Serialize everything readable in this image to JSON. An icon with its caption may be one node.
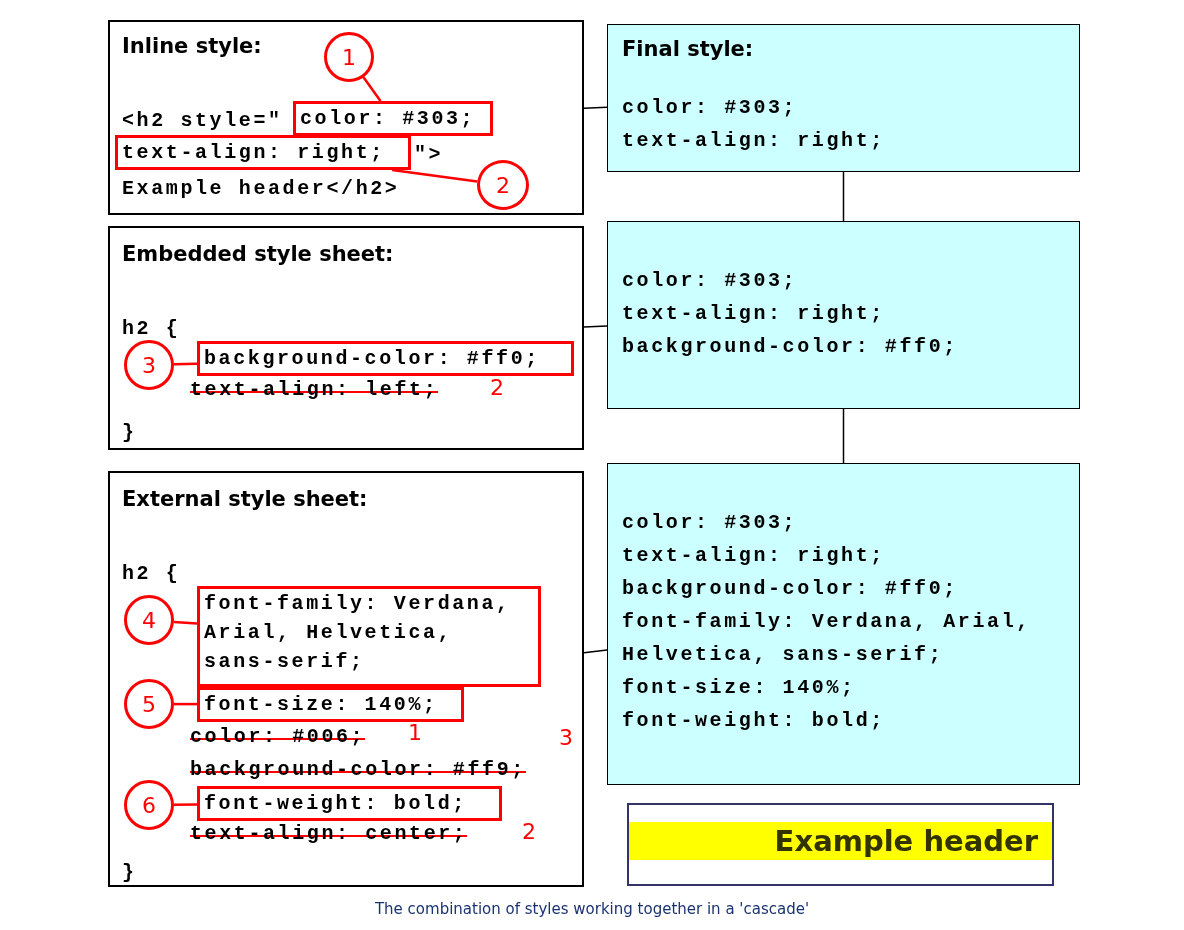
{
  "diagram": {
    "caption": "The combination of styles working together in a 'cascade'",
    "nodes": [
      {
        "text": [
          "Inline style:",
          "<h2 style=\"",
          "\">",
          "Example header</h2>"
        ]
      },
      {
        "text": [
          "color: #303;"
        ],
        "in": 0
      },
      {
        "text": [
          "1"
        ],
        "in": 0
      },
      {
        "text": [
          "text-align: right;"
        ],
        "in": 0
      },
      {
        "text": [
          "2"
        ],
        "in": 0
      },
      {
        "text": [
          "Final style:",
          "color: #303;",
          "text-align: right;"
        ]
      },
      {
        "text": [
          "Embedded style sheet:",
          "h2 {",
          "}"
        ]
      },
      {
        "text": [
          "3"
        ],
        "in": 6
      },
      {
        "text": [
          "background-color: #ff0;"
        ],
        "in": 6
      },
      {
        "text": [
          "color: #303;",
          "text-align: right;",
          "background-color: #ff0;"
        ]
      },
      {
        "text": [
          "External style sheet:",
          "h2 {",
          "}"
        ]
      },
      {
        "text": [
          "4"
        ],
        "in": 10
      },
      {
        "text": [
          "font-family: Verdana, Arial, Helvetica, sans-serif;"
        ],
        "in": 10
      },
      {
        "text": [
          "5"
        ],
        "in": 10
      },
      {
        "text": [
          "font-size: 140%;"
        ],
        "in": 10
      },
      {
        "text": [
          "6"
        ],
        "in": 10
      },
      {
        "text": [
          "font-weight: bold;"
        ],
        "in": 10
      },
      {
        "text": [
          "color: #303;",
          "text-align: right;",
          "background-color: #ff0;",
          "font-family: Verdana, Arial, Helvetica, sans-serif;",
          "font-size: 140%;",
          "font-weight: bold;"
        ]
      },
      {
        "text": [
          "Example header"
        ]
      }
    ],
    "edges": [
      {
        "from": 0,
        "to": 5,
        "arrow": "none",
        "color": "#000000"
      },
      {
        "from": 2,
        "to": 1,
        "arrow": "none"
      },
      {
        "from": 4,
        "to": 3,
        "arrow": "none"
      },
      {
        "from": 5,
        "to": 9,
        "arrow": "none",
        "color": "#000000"
      },
      {
        "from": 6,
        "to": 9,
        "arrow": "none",
        "color": "#000000"
      },
      {
        "from": 7,
        "to": 8,
        "arrow": "none"
      },
      {
        "from": 9,
        "to": 17,
        "arrow": "none",
        "color": "#000000"
      },
      {
        "from": 10,
        "to": 17,
        "arrow": "none",
        "color": "#000000"
      },
      {
        "from": 11,
        "to": 12,
        "arrow": "none"
      },
      {
        "from": 13,
        "to": 14,
        "arrow": "none"
      },
      {
        "from": 15,
        "to": 16,
        "arrow": "none"
      }
    ],
    "labels": [
      "text-align: left;",
      "2",
      "color: #006;",
      "1",
      "3",
      "background-color: #ff9;",
      "text-align: center;",
      "2"
    ]
  }
}
